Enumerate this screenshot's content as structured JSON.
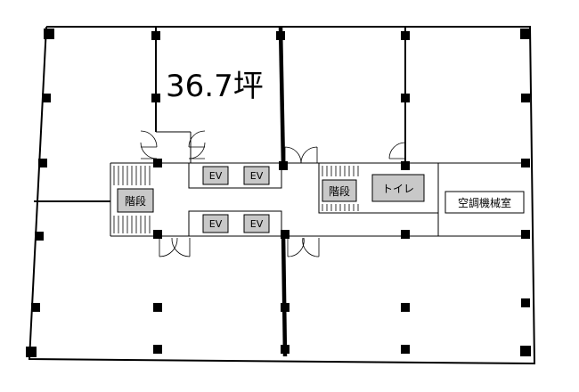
{
  "plan": {
    "area_label": "36.7坪",
    "rooms": {
      "stairs_left": "階段",
      "stairs_right": "階段",
      "toilet": "トイレ",
      "mechanical_room": "空調機械室"
    },
    "elevators": [
      "EV",
      "EV",
      "EV",
      "EV"
    ]
  }
}
